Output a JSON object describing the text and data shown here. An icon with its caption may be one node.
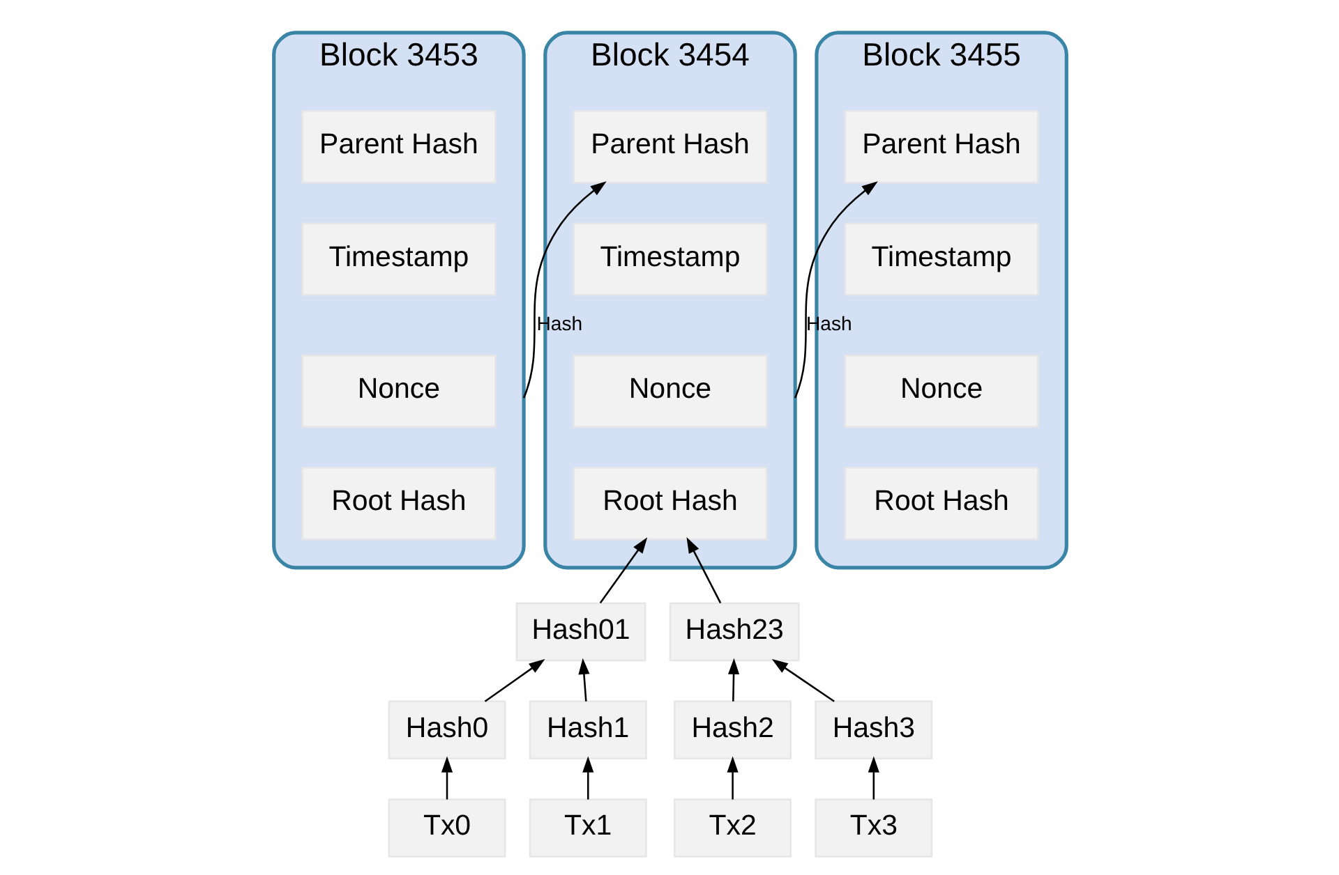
{
  "diagram": {
    "nodes": [
      {
        "text": [
          "Block 3453"
        ]
      },
      {
        "text": [
          "Parent Hash"
        ],
        "in": 0
      },
      {
        "text": [
          "Timestamp"
        ],
        "in": 0
      },
      {
        "text": [
          "Nonce"
        ],
        "in": 0
      },
      {
        "text": [
          "Root Hash"
        ],
        "in": 0
      },
      {
        "text": [
          "Block 3454"
        ]
      },
      {
        "text": [
          "Parent Hash"
        ],
        "in": 5
      },
      {
        "text": [
          "Timestamp"
        ],
        "in": 5
      },
      {
        "text": [
          "Nonce"
        ],
        "in": 5
      },
      {
        "text": [
          "Root Hash"
        ],
        "in": 5
      },
      {
        "text": [
          "Block 3455"
        ]
      },
      {
        "text": [
          "Parent Hash"
        ],
        "in": 10
      },
      {
        "text": [
          "Timestamp"
        ],
        "in": 10
      },
      {
        "text": [
          "Nonce"
        ],
        "in": 10
      },
      {
        "text": [
          "Root Hash"
        ],
        "in": 10
      },
      {
        "text": [
          "Hash01"
        ]
      },
      {
        "text": [
          "Hash23"
        ]
      },
      {
        "text": [
          "Hash0"
        ]
      },
      {
        "text": [
          "Hash1"
        ]
      },
      {
        "text": [
          "Hash2"
        ]
      },
      {
        "text": [
          "Hash3"
        ]
      },
      {
        "text": [
          "Tx0"
        ]
      },
      {
        "text": [
          "Tx1"
        ]
      },
      {
        "text": [
          "Tx2"
        ]
      },
      {
        "text": [
          "Tx3"
        ]
      }
    ],
    "edges": [
      {
        "from": 0,
        "to": 6,
        "arrow": "to",
        "label": "Hash"
      },
      {
        "from": 5,
        "to": 11,
        "arrow": "to",
        "label": "Hash"
      },
      {
        "from": 15,
        "to": 9,
        "arrow": "to"
      },
      {
        "from": 16,
        "to": 9,
        "arrow": "to"
      },
      {
        "from": 17,
        "to": 15,
        "arrow": "to"
      },
      {
        "from": 18,
        "to": 15,
        "arrow": "to"
      },
      {
        "from": 19,
        "to": 16,
        "arrow": "to"
      },
      {
        "from": 20,
        "to": 16,
        "arrow": "to"
      },
      {
        "from": 21,
        "to": 17,
        "arrow": "to"
      },
      {
        "from": 22,
        "to": 18,
        "arrow": "to"
      },
      {
        "from": 23,
        "to": 19,
        "arrow": "to"
      },
      {
        "from": 24,
        "to": 20,
        "arrow": "to"
      }
    ]
  }
}
